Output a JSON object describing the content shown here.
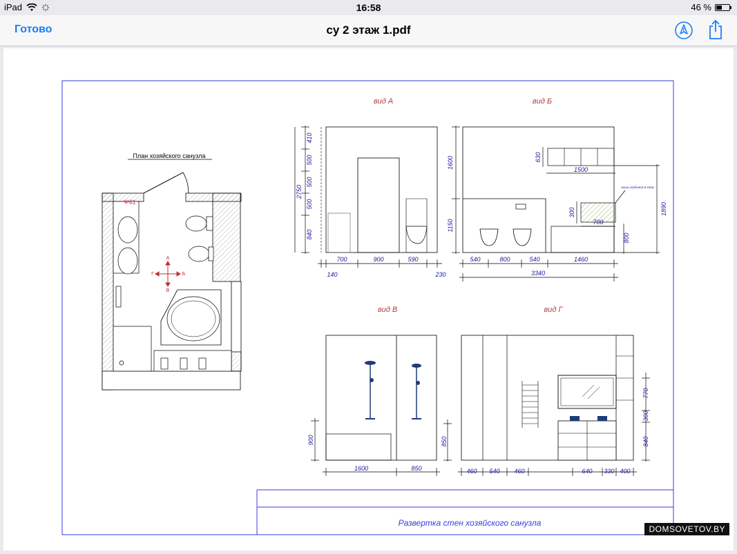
{
  "status": {
    "device": "iPad",
    "time": "16:58",
    "battery": "46 %",
    "battery_level": 0.46
  },
  "nav": {
    "done_label": "Готово",
    "title": "су 2 этаж 1.pdf"
  },
  "drawing": {
    "plan_title": "План хозяйского санузла",
    "view_a": "вид А",
    "view_b": "вид Б",
    "view_v": "вид В",
    "view_g": "вид Г",
    "compass": {
      "n": "А",
      "s": "В",
      "w": "Г",
      "e": "Б"
    },
    "a_dims_v": [
      "410",
      "500",
      "500",
      "500",
      "840"
    ],
    "a_total": "2750",
    "a_dims_h": [
      "700",
      "900",
      "590"
    ],
    "a_small": [
      "140",
      "230"
    ],
    "b_dims_v": [
      "1600",
      "1150"
    ],
    "b_shelf_h": "630",
    "b_shelf_w": "1500",
    "b_niche_note": "ниша глубиной 8-10см",
    "b_niche_h": "300",
    "b_niche_w": "700",
    "b_right_v": [
      "1890",
      "800"
    ],
    "b_dims_h": [
      "540",
      "800",
      "540",
      "1460"
    ],
    "b_total": "3340",
    "v_dims_v": [
      "900",
      "850"
    ],
    "v_dims_h": [
      "1600",
      "850"
    ],
    "g_dims_v": [
      "770",
      "300",
      "840"
    ],
    "g_dims_h": [
      "460",
      "540",
      "460",
      "640",
      "330",
      "400"
    ],
    "caption": "Развертка стен хозяйского санузла"
  },
  "watermark": "DOMSOVETOV.BY",
  "colors": {
    "accent": "#1b7cf5",
    "frame": "#3a3ae0",
    "dim": "#1a1aa0",
    "view_label": "#b03a3a",
    "blue_fixture": "#1f3b7a"
  }
}
